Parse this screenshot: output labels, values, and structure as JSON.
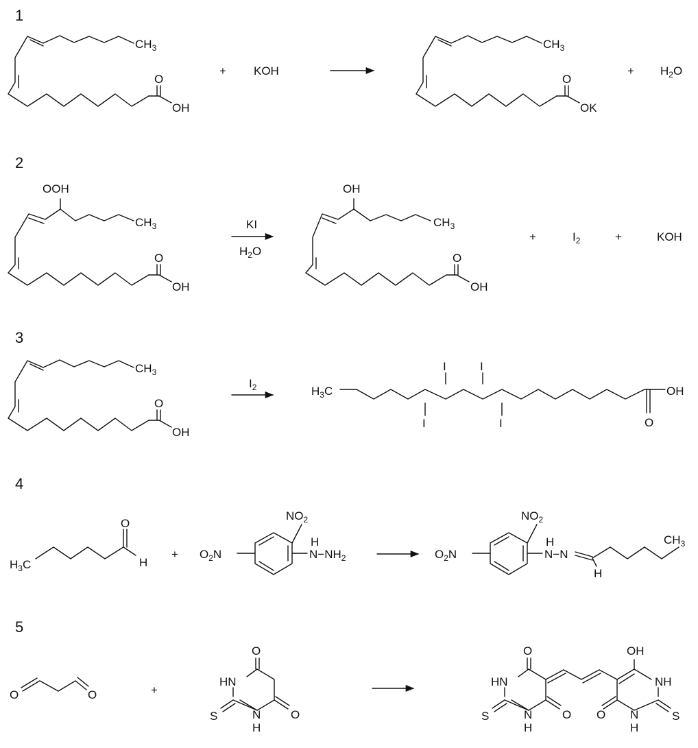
{
  "reactions": [
    {
      "number": "1",
      "reactant_label": "CH",
      "reactant_label_sub": "3",
      "acid_o": "O",
      "acid_oh": "OH",
      "plus_1": "+",
      "reagent": "KOH",
      "product_label": "CH",
      "product_label_sub": "3",
      "product_o": "O",
      "product_ok": "OK",
      "plus_2": "+",
      "byproduct": "H",
      "byproduct_sub": "2",
      "byproduct_end": "O"
    },
    {
      "number": "2",
      "reactant_ooh": "OOH",
      "reactant_label": "CH",
      "reactant_label_sub": "3",
      "acid_o": "O",
      "acid_oh": "OH",
      "arrow_top": "KI",
      "arrow_bottom": "H",
      "arrow_bottom_sub": "2",
      "arrow_bottom_end": "O",
      "product_oh": "OH",
      "product_label": "CH",
      "product_label_sub": "3",
      "product_o": "O",
      "product_oh2": "OH",
      "plus_1": "+",
      "iodine": "I",
      "iodine_sub": "2",
      "plus_2": "+",
      "byproduct": "KOH"
    },
    {
      "number": "3",
      "reactant_label": "CH",
      "reactant_label_sub": "3",
      "acid_o": "O",
      "acid_oh": "OH",
      "arrow_top": "I",
      "arrow_top_sub": "2",
      "product_h3c": "H",
      "product_h3c_sub": "3",
      "product_h3c_end": "C",
      "iodo": [
        "I",
        "I",
        "I",
        "I"
      ],
      "product_oh": "OH",
      "product_o": "O"
    },
    {
      "number": "4",
      "aldehyde_h3c": "H",
      "aldehyde_h3c_sub": "3",
      "aldehyde_h3c_end": "C",
      "aldehyde_o": "O",
      "aldehyde_h": "H",
      "plus_1": "+",
      "dnph_no2": "NO",
      "dnph_no2_sub": "2",
      "dnph_o2n": "O",
      "dnph_o2n_sub": "2",
      "dnph_o2n_end": "N",
      "dnph_h": "H",
      "dnph_nnh2": "N−NH",
      "dnph_nnh2_sub": "2",
      "product_no2": "NO",
      "product_no2_sub": "2",
      "product_o2n": "O",
      "product_o2n_sub": "2",
      "product_o2n_end": "N",
      "product_h": "H",
      "product_nn": "N−N",
      "product_ch": "H",
      "product_label": "CH",
      "product_label_sub": "3"
    },
    {
      "number": "5",
      "mda_o1": "O",
      "mda_o2": "O",
      "plus_1": "+",
      "tba_o_top": "O",
      "tba_hn": "HN",
      "tba_s": "S",
      "tba_n": "N",
      "tba_h": "H",
      "tba_o_right": "O",
      "adduct_o_top": "O",
      "adduct_hn": "HN",
      "adduct_s_left": "S",
      "adduct_n_left": "N",
      "adduct_h_left": "H",
      "adduct_o_left_bottom": "O",
      "adduct_oh": "OH",
      "adduct_nh": "NH",
      "adduct_o_right_bottom": "O",
      "adduct_n_right": "N",
      "adduct_h_right": "H",
      "adduct_s_right": "S"
    }
  ]
}
